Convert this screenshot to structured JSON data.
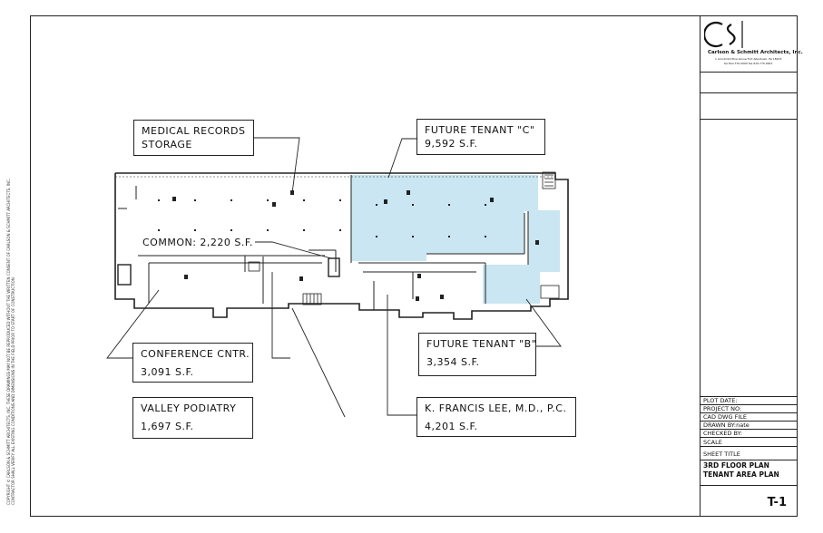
{
  "labels": {
    "medical_records": [
      "MEDICAL RECORDS",
      "STORAGE"
    ],
    "future_c": [
      "FUTURE TENANT \"C\"",
      "9,592 S.F."
    ],
    "common": "COMMON: 2,220 S.F.",
    "conference": [
      "CONFERENCE CNTR.",
      "3,091 S.F."
    ],
    "valley_podiatry": [
      "VALLEY PODIATRY",
      "1,697 S.F."
    ],
    "future_b": [
      "FUTURE TENANT \"B\"",
      "3,354 S.F."
    ],
    "lee": [
      "K. FRANCIS LEE, M.D., P.C.",
      "4,201 S.F."
    ]
  },
  "title_block": {
    "logo": "CS",
    "firm_name": "Carlson & Schmitt Architects, Inc.",
    "firm_address": "1 Arnold Rd Pine Grove Fort    Allentown, PA 18103",
    "firm_phone": "tel 610.770.0000   fax 610.770.0001",
    "fields": [
      "PLOT DATE:",
      "PROJECT NO:",
      "CAD DWG FILE",
      "DRAWN BY:nate",
      "CHECKED BY:",
      "SCALE"
    ],
    "sheet_title_label": "SHEET TITLE",
    "sheet_title": [
      "3RD FLOOR PLAN",
      "TENANT AREA PLAN"
    ],
    "sheet_number": "T-1"
  },
  "copyright": [
    "COPYRIGHT © CARLSON & SCHMITT ARCHITECTS, INC. THESE DRAWINGS MAY NOT BE REPRODUCED WITHOUT THE WRITTEN CONSENT OF CARLSON & SCHMITT ARCHITECTS, INC.",
    "CONTRACTOR SHALL VERIFY ALL EXISTING CONDITIONS AND DIMENSIONS IN THE FIELD PRIOR TO START OF CONSTRUCTION"
  ],
  "colors": {
    "tenant_highlight": "#c9e6f2",
    "line": "#222222"
  }
}
